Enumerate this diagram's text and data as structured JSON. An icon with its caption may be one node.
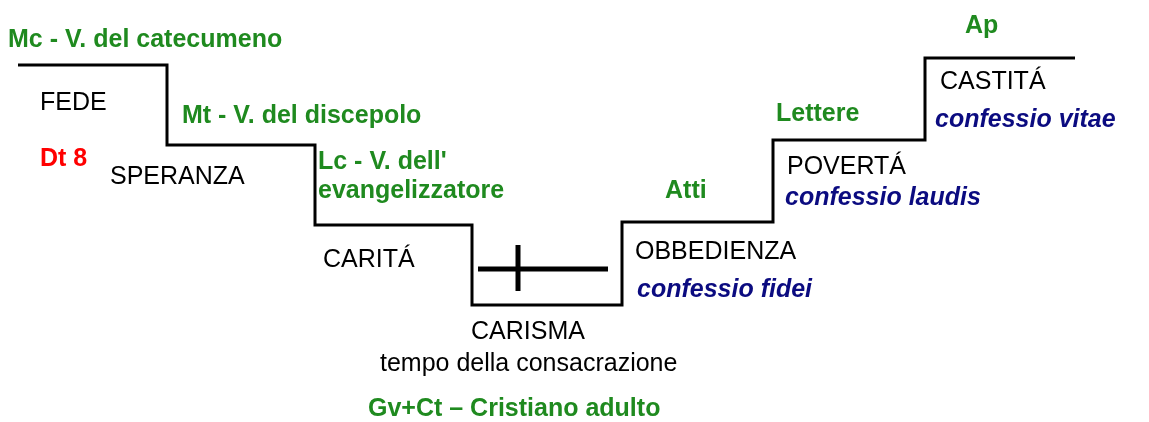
{
  "diagram": {
    "labels": [
      "Mc - V. del catecumeno",
      "Ap",
      "CASTITÁ",
      "FEDE",
      "Lettere",
      "Mt - V. del discepolo",
      "confessio vitae",
      "Dt 8",
      "POVERTÁ",
      "SPERANZA",
      "Lc - V. dell' evangelizzatore",
      "Atti",
      "confessio laudis",
      "CARITÁ",
      "OBBEDIENZA",
      "confessio fidei",
      "CARISMA",
      "tempo della consacrazione",
      "Gv+Ct – Cristiano adulto"
    ]
  }
}
